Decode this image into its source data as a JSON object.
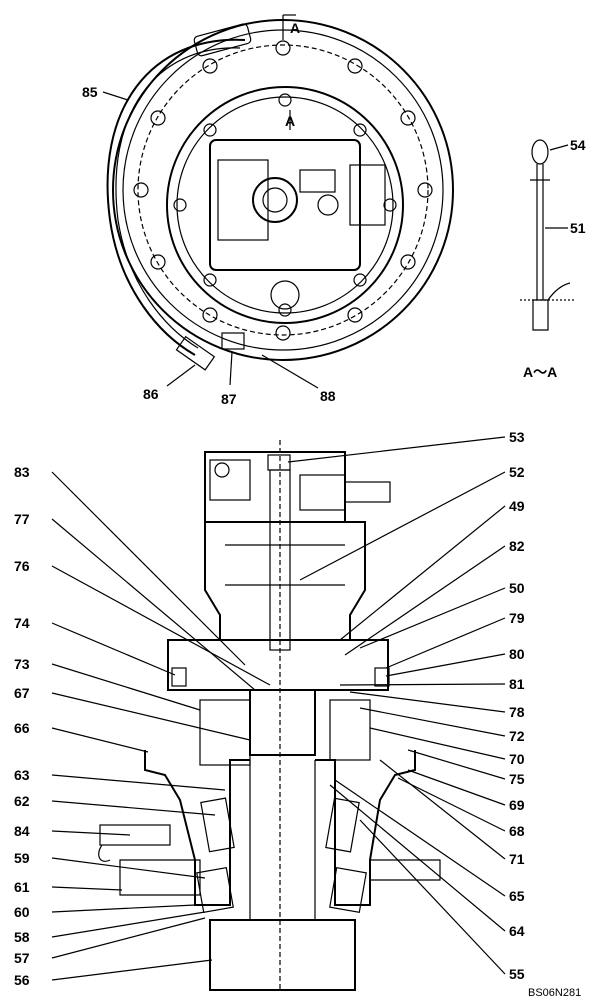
{
  "section_marks": {
    "top_a": "A",
    "mid_a": "A",
    "view": "A～A",
    "figure_code": "BS06N281"
  },
  "top_view_labels": [
    {
      "id": "p85",
      "text": "85"
    },
    {
      "id": "p86",
      "text": "86"
    },
    {
      "id": "p87",
      "text": "87"
    },
    {
      "id": "p88",
      "text": "88"
    },
    {
      "id": "p54",
      "text": "54"
    },
    {
      "id": "p51",
      "text": "51"
    }
  ],
  "section_labels_left": [
    {
      "id": "p83",
      "text": "83"
    },
    {
      "id": "p77",
      "text": "77"
    },
    {
      "id": "p76",
      "text": "76"
    },
    {
      "id": "p74",
      "text": "74"
    },
    {
      "id": "p73",
      "text": "73"
    },
    {
      "id": "p67",
      "text": "67"
    },
    {
      "id": "p66",
      "text": "66"
    },
    {
      "id": "p63",
      "text": "63"
    },
    {
      "id": "p62",
      "text": "62"
    },
    {
      "id": "p84",
      "text": "84"
    },
    {
      "id": "p59",
      "text": "59"
    },
    {
      "id": "p61",
      "text": "61"
    },
    {
      "id": "p60",
      "text": "60"
    },
    {
      "id": "p58",
      "text": "58"
    },
    {
      "id": "p57",
      "text": "57"
    },
    {
      "id": "p56",
      "text": "56"
    }
  ],
  "section_labels_right": [
    {
      "id": "p53",
      "text": "53"
    },
    {
      "id": "p52",
      "text": "52"
    },
    {
      "id": "p49",
      "text": "49"
    },
    {
      "id": "p82",
      "text": "82"
    },
    {
      "id": "p50",
      "text": "50"
    },
    {
      "id": "p79",
      "text": "79"
    },
    {
      "id": "p80",
      "text": "80"
    },
    {
      "id": "p81",
      "text": "81"
    },
    {
      "id": "p78",
      "text": "78"
    },
    {
      "id": "p72",
      "text": "72"
    },
    {
      "id": "p70",
      "text": "70"
    },
    {
      "id": "p75",
      "text": "75"
    },
    {
      "id": "p69",
      "text": "69"
    },
    {
      "id": "p68",
      "text": "68"
    },
    {
      "id": "p71",
      "text": "71"
    },
    {
      "id": "p65",
      "text": "65"
    },
    {
      "id": "p64",
      "text": "64"
    },
    {
      "id": "p55",
      "text": "55"
    }
  ]
}
